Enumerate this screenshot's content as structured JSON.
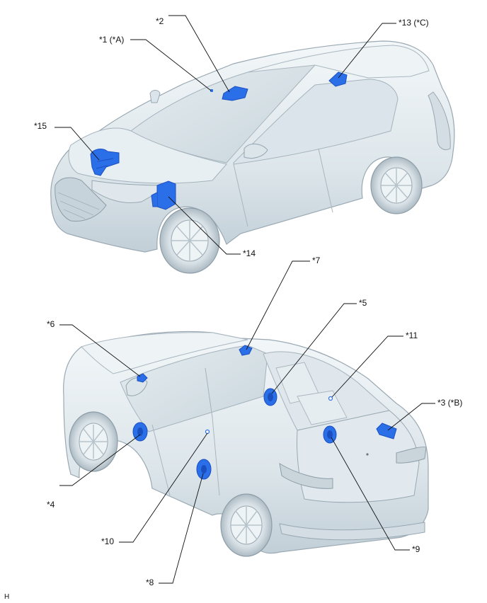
{
  "callouts": {
    "c1": "*1 (*A)",
    "c2": "*2",
    "c13": "*13 (*C)",
    "c15": "*15",
    "c14": "*14",
    "c7": "*7",
    "c5": "*5",
    "c6": "*6",
    "c11": "*11",
    "c3": "*3 (*B)",
    "c4": "*4",
    "c10": "*10",
    "c9": "*9",
    "c8": "*8"
  },
  "figure_code": "H",
  "colors": {
    "component": "#2b6fe8",
    "component_dark": "#1a4fc0",
    "body_light": "#eef3f6",
    "body_mid": "#d5dfe5",
    "body_dark": "#b3c1ca",
    "outline": "#8a9aa5",
    "leader": "#111111"
  }
}
